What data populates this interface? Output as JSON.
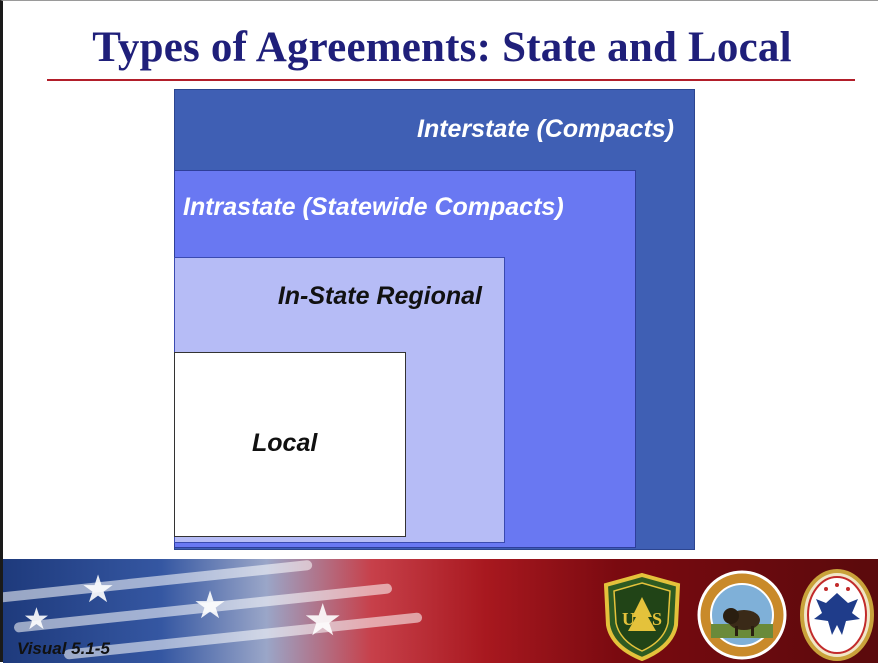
{
  "slide": {
    "title": "Types of Agreements:  State and Local",
    "levels": [
      {
        "label": "Interstate (Compacts)",
        "color": "#3f5fb4"
      },
      {
        "label": "Intrastate (Statewide Compacts)",
        "color": "#6978f2"
      },
      {
        "label": "In-State Regional",
        "color": "#b6bcf6"
      },
      {
        "label": "Local",
        "color": "#ffffff"
      }
    ],
    "accent_rule_color": "#b21e2a",
    "title_color": "#1f1f7a"
  },
  "footer": {
    "visual_number": "Visual 5.1-5",
    "logos": [
      {
        "icon": "forest-service-shield-icon",
        "text": "U S"
      },
      {
        "icon": "interior-department-seal-icon"
      },
      {
        "icon": "eagle-emblem-icon"
      }
    ]
  }
}
